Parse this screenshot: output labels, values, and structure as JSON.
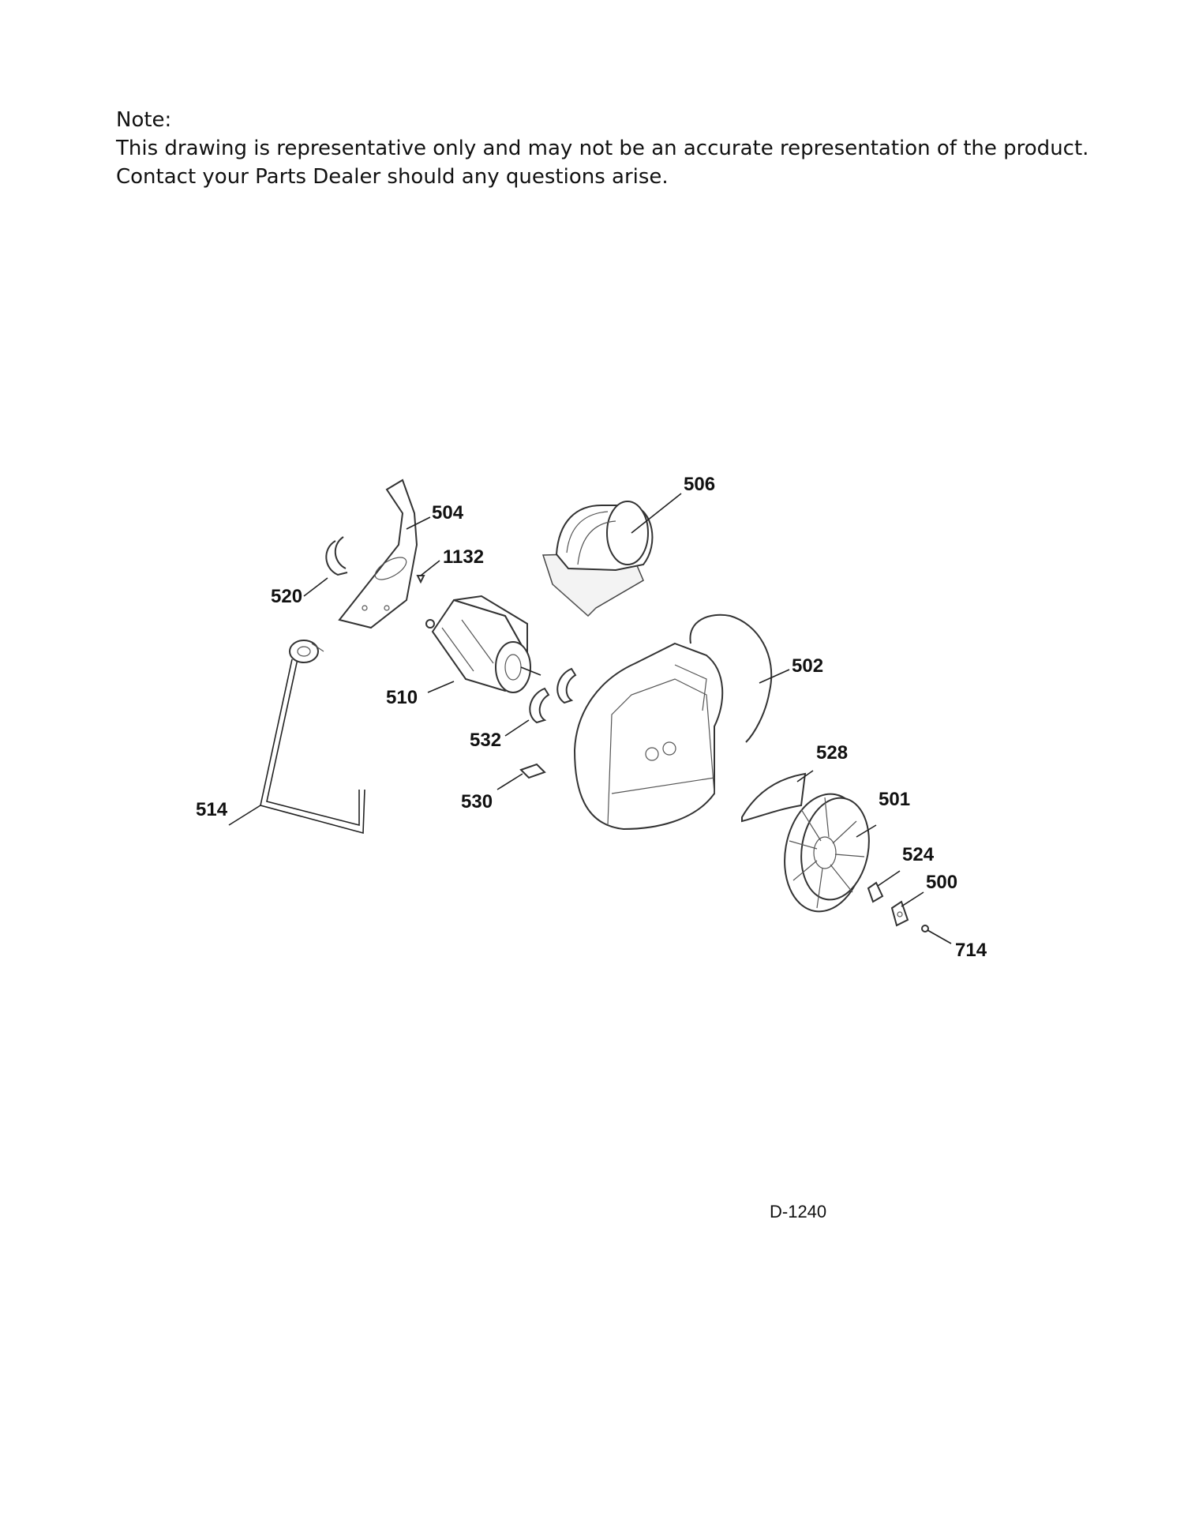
{
  "note": {
    "heading": "Note:",
    "line1": "This drawing is representative only and may not be an accurate representation of the product.",
    "line2": "Contact your Parts Dealer should any questions arise."
  },
  "diagram": {
    "code": "D-1240",
    "callouts": {
      "c506": "506",
      "c504": "504",
      "c1132": "1132",
      "c520": "520",
      "c502": "502",
      "c510": "510",
      "c532": "532",
      "c528": "528",
      "c514": "514",
      "c530": "530",
      "c501": "501",
      "c524": "524",
      "c500": "500",
      "c714": "714"
    }
  }
}
